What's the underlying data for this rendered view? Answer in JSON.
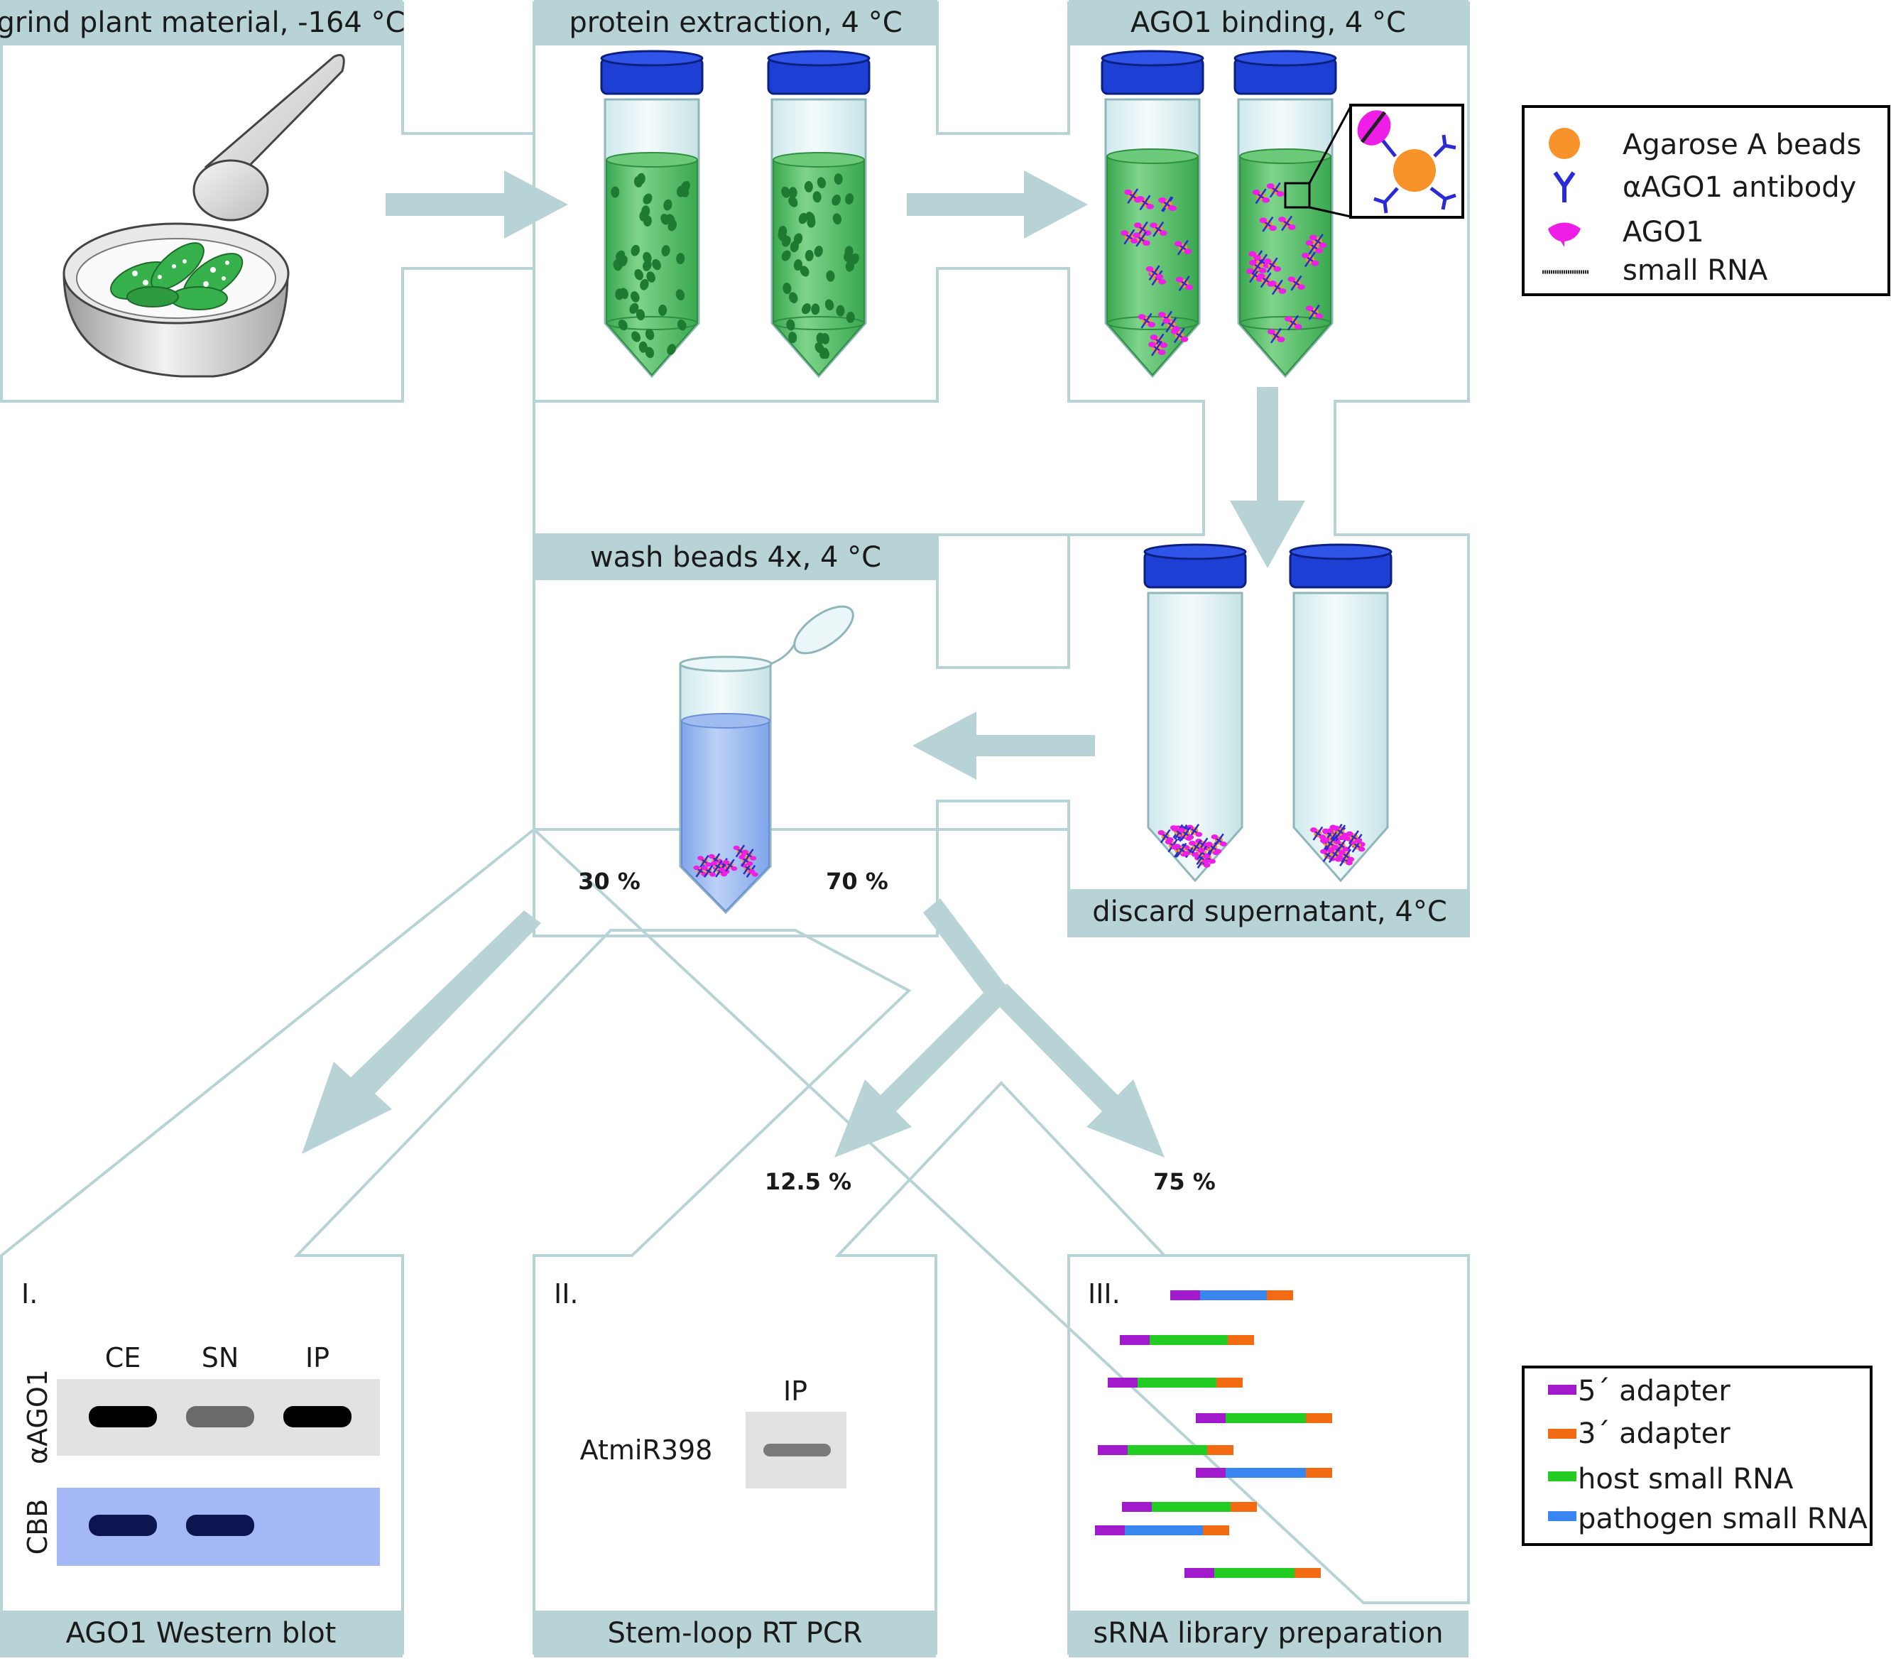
{
  "steps": {
    "grind": "grind plant material, -164 °C",
    "extraction": "protein extraction, 4 °C",
    "binding": "AGO1 binding, 4 °C",
    "wash": "wash beads 4x, 4 °C",
    "discard": "discard supernatant, 4°C",
    "western": "AGO1 Western blot",
    "stemloop": "Stem-loop RT PCR",
    "library": "sRNA library preparation"
  },
  "percentages": {
    "western_share": "30 %",
    "other_share": "70 %",
    "pcr_share": "12.5 %",
    "library_share": "75 %"
  },
  "panels": {
    "western": {
      "roman": "I.",
      "lanes": [
        "CE",
        "SN",
        "IP"
      ],
      "blot_top_label": "αAGO1",
      "blot_bottom_label": "CBB",
      "top_band_intensity": [
        1.0,
        0.45,
        1.0
      ],
      "bottom_band_intensity": [
        1.0,
        1.0,
        0.0
      ]
    },
    "stemloop": {
      "roman": "II.",
      "lane": "IP",
      "target": "AtmiR398"
    },
    "library": {
      "roman": "III."
    }
  },
  "legend_top": {
    "items": [
      {
        "icon": "orange-bead-icon",
        "label": "Agarose A beads"
      },
      {
        "icon": "blue-antibody-icon",
        "label": "αAGO1 antibody"
      },
      {
        "icon": "magenta-ago1-icon",
        "label": "AGO1"
      },
      {
        "icon": "small-rna-icon",
        "label": "small RNA"
      }
    ]
  },
  "legend_bottom": {
    "items": [
      {
        "color": "#a11bcc",
        "label": "5´ adapter"
      },
      {
        "color": "#f26a11",
        "label": "3´ adapter"
      },
      {
        "color": "#22cc22",
        "label": "host small RNA"
      },
      {
        "color": "#3a86f0",
        "label": "pathogen small RNA"
      }
    ]
  },
  "library_reads": [
    {
      "type": "pathogen small RNA"
    },
    {
      "type": "host small RNA"
    },
    {
      "type": "host small RNA"
    },
    {
      "type": "host small RNA"
    },
    {
      "type": "host small RNA"
    },
    {
      "type": "pathogen small RNA"
    },
    {
      "type": "host small RNA"
    },
    {
      "type": "pathogen small RNA"
    },
    {
      "type": "host small RNA"
    }
  ],
  "colors": {
    "frame": "#b8d3d5",
    "header_fill": "#b8d3d5",
    "arrow": "#b8d3d5",
    "liquid": "#44b35a",
    "cap": "#1d3fd4",
    "bead": "#f7932a",
    "antibody": "#2b2bd6",
    "ago1": "#ee1ee6"
  }
}
